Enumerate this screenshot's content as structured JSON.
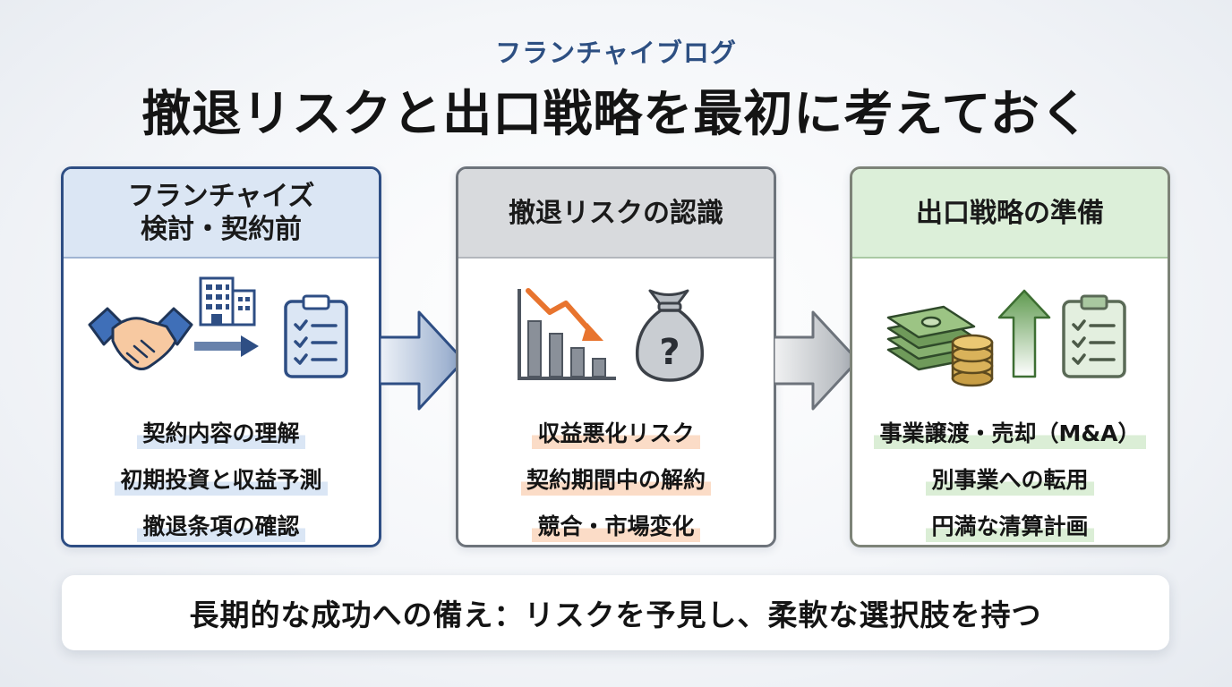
{
  "header": {
    "subtitle": "フランチャイブログ",
    "title": "撤退リスクと出口戦略を最初に考えておく"
  },
  "cards": [
    {
      "title_lines": [
        "フランチャイズ",
        "検討・契約前"
      ],
      "items": [
        "契約内容の理解",
        "初期投資と収益予測",
        "撤退条項の確認"
      ],
      "icons": [
        "handshake-icon",
        "office-building-icon",
        "arrow-right-icon",
        "clipboard-checklist-icon"
      ]
    },
    {
      "title_lines": [
        "撤退リスクの認識"
      ],
      "items": [
        "収益悪化リスク",
        "契約期間中の解約",
        "競合・市場変化"
      ],
      "icons": [
        "declining-bar-chart-icon",
        "money-bag-question-icon"
      ]
    },
    {
      "title_lines": [
        "出口戦略の準備"
      ],
      "items": [
        "事業譲渡・売却（M&A）",
        "別事業への転用",
        "円満な清算計画"
      ],
      "icons": [
        "cash-stack-coins-icon",
        "up-arrow-icon",
        "clipboard-checklist-icon"
      ]
    }
  ],
  "footer": {
    "text": "長期的な成功への備え：リスクを予見し、柔軟な選択肢を持つ"
  },
  "colors": {
    "stage1_accent": "#2e4e84",
    "stage2_accent": "#6d737b",
    "stage3_accent": "#7d8378",
    "stage1_highlight": "#dae6f5",
    "stage2_highlight": "#fbdcc7",
    "stage3_highlight": "#dbeed6"
  }
}
